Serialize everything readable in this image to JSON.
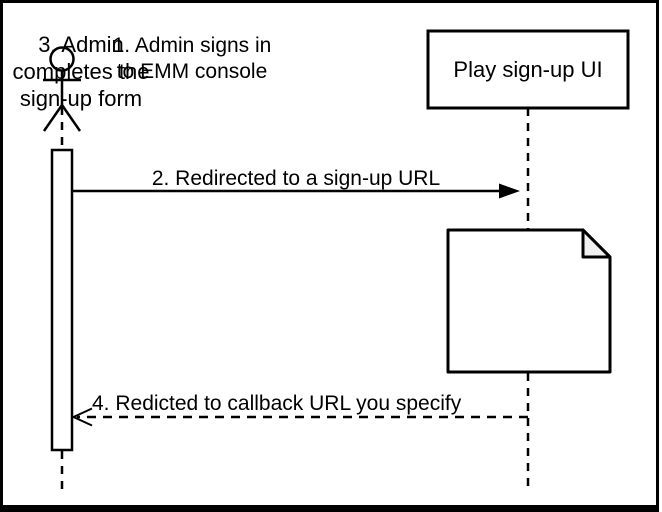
{
  "diagram": {
    "type": "sequence-diagram",
    "actor": {
      "label_line1": "1. Admin signs in",
      "label_line2": "to EMM console"
    },
    "participant": {
      "label": "Play sign-up UI"
    },
    "note": {
      "line1": "3. Admin",
      "line2": "completes the",
      "line3": "sign-up form"
    },
    "messages": {
      "msg2": {
        "label": "2. Redirected to a sign-up URL",
        "style": "solid",
        "direction": "right"
      },
      "msg4": {
        "label": "4. Redicted to callback URL you specify",
        "style": "dashed",
        "direction": "left"
      }
    },
    "colors": {
      "stroke": "#000000",
      "background": "#ffffff",
      "note_fold_fill": "#f0f0f0"
    }
  }
}
